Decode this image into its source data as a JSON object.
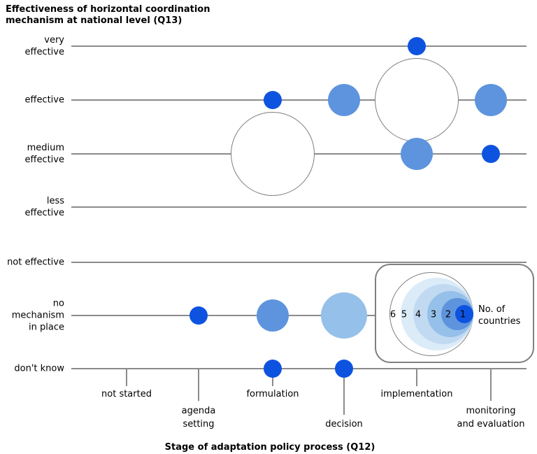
{
  "title": "Effectiveness of horizontal coordination\nmechanism at national level (Q13)",
  "x_axis_title": "Stage of adaptation policy process (Q12)",
  "legend": {
    "label": "No. of\ncountries",
    "sizes": [
      6,
      5,
      4,
      3,
      2,
      1
    ]
  },
  "colors": {
    "axis_line": "#8b8b8b",
    "circle_border": "#7d7d7d",
    "count_1": "#0e53e0",
    "count_2": "#5e94de",
    "count_3": "#95c0e9",
    "count_4": "#c1daf2",
    "count_5": "#dcebf8",
    "count_6": "#ffffff"
  },
  "chart_data": {
    "type": "bubble",
    "title": "Effectiveness of horizontal coordination mechanism at national level (Q13)",
    "xlabel": "Stage of adaptation policy process (Q12)",
    "x_categories": [
      "not started",
      "agenda\nsetting",
      "formulation",
      "decision",
      "implementation",
      "monitoring\nand evaluation"
    ],
    "y_categories": [
      "very\neffective",
      "effective",
      "medium\neffective",
      "less\neffective",
      "not effective",
      "no mechanism\nin place",
      "don't know"
    ],
    "points": [
      {
        "xi": 4,
        "yi": 0,
        "stage": "implementation",
        "effectiveness": "very effective",
        "countries": 1
      },
      {
        "xi": 2,
        "yi": 1,
        "stage": "formulation",
        "effectiveness": "effective",
        "countries": 1
      },
      {
        "xi": 3,
        "yi": 1,
        "stage": "decision",
        "effectiveness": "effective",
        "countries": 2
      },
      {
        "xi": 4,
        "yi": 1,
        "stage": "implementation",
        "effectiveness": "effective",
        "countries": 6
      },
      {
        "xi": 5,
        "yi": 1,
        "stage": "monitoring and evaluation",
        "effectiveness": "effective",
        "countries": 2
      },
      {
        "xi": 2,
        "yi": 2,
        "stage": "formulation",
        "effectiveness": "medium effective",
        "countries": 6
      },
      {
        "xi": 4,
        "yi": 2,
        "stage": "implementation",
        "effectiveness": "medium effective",
        "countries": 2
      },
      {
        "xi": 5,
        "yi": 2,
        "stage": "monitoring and evaluation",
        "effectiveness": "medium effective",
        "countries": 1
      },
      {
        "xi": 1,
        "yi": 5,
        "stage": "agenda setting",
        "effectiveness": "no mechanism in place",
        "countries": 1
      },
      {
        "xi": 2,
        "yi": 5,
        "stage": "formulation",
        "effectiveness": "no mechanism in place",
        "countries": 2
      },
      {
        "xi": 3,
        "yi": 5,
        "stage": "decision",
        "effectiveness": "no mechanism in place",
        "countries": 3
      },
      {
        "xi": 2,
        "yi": 6,
        "stage": "formulation",
        "effectiveness": "don't know",
        "countries": 1
      },
      {
        "xi": 3,
        "yi": 6,
        "stage": "decision",
        "effectiveness": "don't know",
        "countries": 1
      }
    ],
    "size_to_radius": {
      "1": 13,
      "2": 23,
      "3": 33,
      "4": 43,
      "5": 52,
      "6": 60
    },
    "legend_position": "inside-right-bottom",
    "grid": "horizontal-category-lines"
  }
}
